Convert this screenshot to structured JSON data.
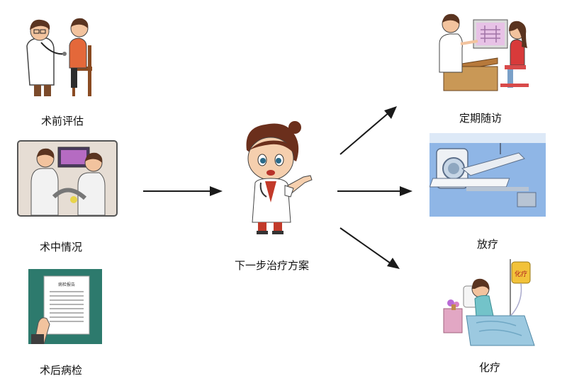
{
  "left_steps": [
    {
      "label": "术前评估",
      "icon": "doctor-examining-patient"
    },
    {
      "label": "术中情况",
      "icon": "surgeons-in-operating-room"
    },
    {
      "label": "术后病检",
      "icon": "pathology-report-document"
    }
  ],
  "center": {
    "label": "下一步治疗方案",
    "icon": "female-doctor-pointing"
  },
  "right_options": [
    {
      "label": "定期随访",
      "icon": "doctor-reviewing-xray-with-patient"
    },
    {
      "label": "放疗",
      "icon": "radiotherapy-scanner"
    },
    {
      "label": "化疗",
      "icon": "patient-in-bed-with-iv"
    }
  ],
  "document_heading": "病检报告",
  "iv_bag_text": "化疗",
  "colors": {
    "arrow": "#1a1a1a",
    "scrubs": "#c23a2a",
    "coat": "#ffffff",
    "radiotherapy_bg": "#8fb6e6",
    "document_bg": "#2d7a6d"
  }
}
